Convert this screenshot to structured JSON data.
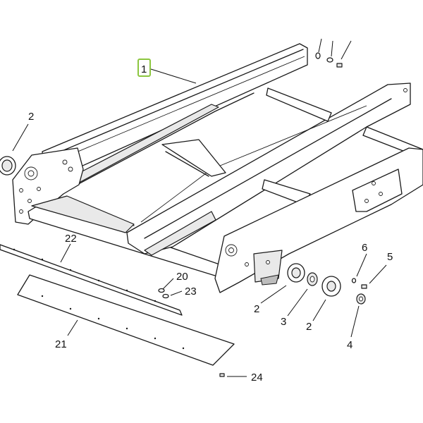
{
  "diagram": {
    "callouts": {
      "c1": "1",
      "c2_left": "2",
      "c2_mid": "2",
      "c2_right": "2",
      "c3": "3",
      "c4": "4",
      "c5": "5",
      "c6": "6",
      "c20": "20",
      "c21": "21",
      "c22": "22",
      "c23": "23",
      "c24": "24"
    },
    "highlight_color": "#8cc63f"
  }
}
